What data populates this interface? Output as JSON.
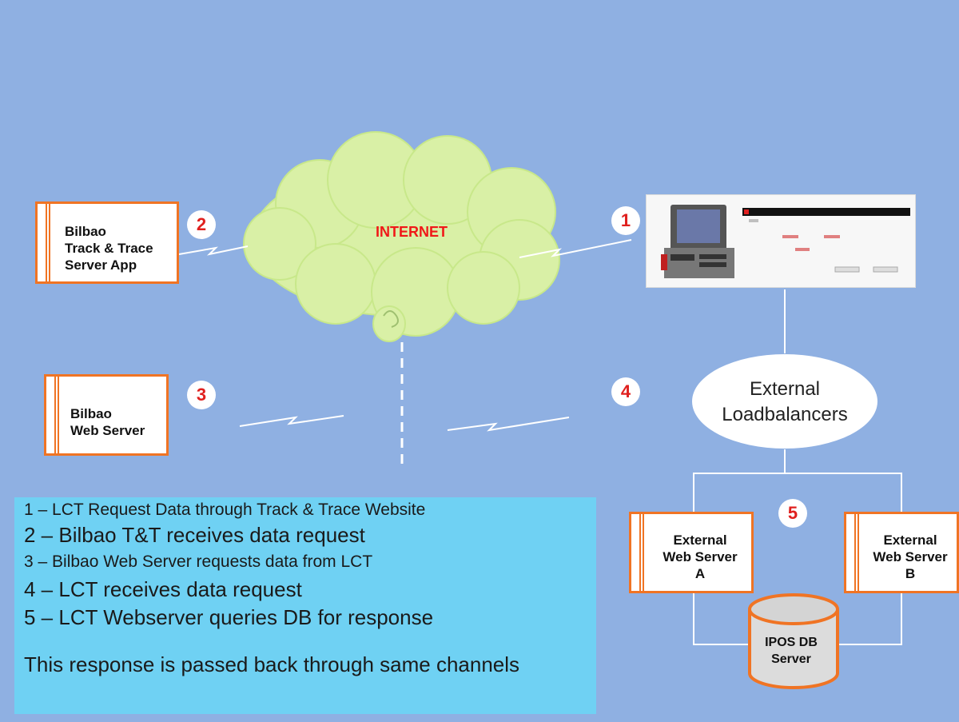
{
  "nodes": {
    "track_trace_app": "Bilbao\nTrack & Trace\nServer App",
    "bilbao_web_server": "Bilbao\nWeb Server",
    "internet": "INTERNET",
    "loadbalancers_line1": "External",
    "loadbalancers_line2": "Loadbalancers",
    "web_server_a": "External\nWeb Server\nA",
    "web_server_b": "External\nWeb Server\nB",
    "db_server": "IPOS DB\nServer"
  },
  "badges": [
    "1",
    "2",
    "3",
    "4",
    "5"
  ],
  "legend": {
    "line1": "1 – LCT Request Data through Track & Trace Website",
    "line2": "2 – Bilbao T&T receives data request",
    "line3": "3 – Bilbao Web Server requests data from LCT",
    "line4": "4 – LCT receives data request",
    "line5": "5 – LCT Webserver queries DB for response",
    "note": "This response is passed back through same channels"
  },
  "colors": {
    "background": "#8fb0e2",
    "box_border": "#f07424",
    "badge_text": "#e0201e",
    "cloud_fill": "#d9f0a6",
    "legend_fill": "#6fd1f3"
  }
}
